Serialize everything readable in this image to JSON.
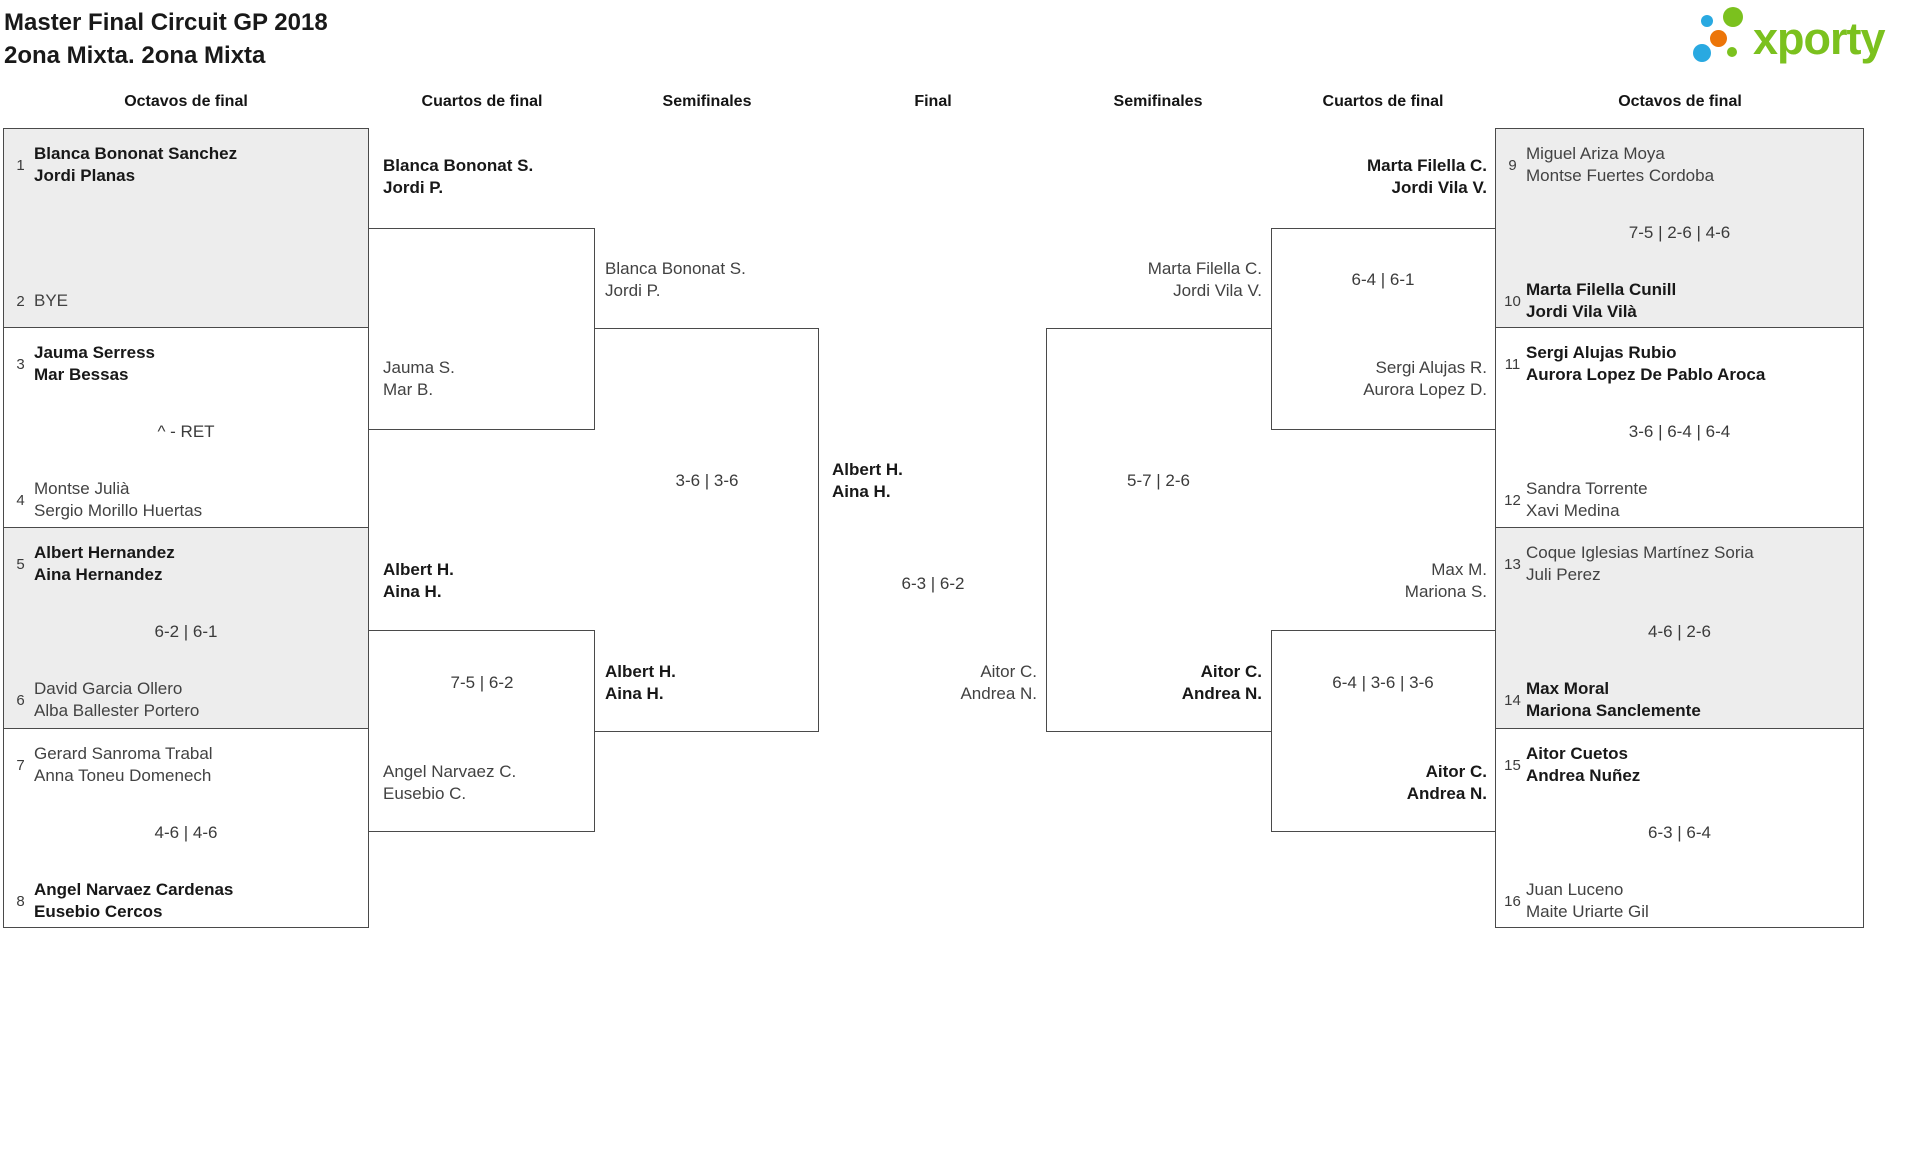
{
  "title": {
    "line1": "Master Final Circuit GP 2018",
    "line2": "2ona Mixta. 2ona Mixta"
  },
  "logo": {
    "text": "xporty"
  },
  "round_headers": [
    "Octavos de final",
    "Cuartos de final",
    "Semifinales",
    "Final",
    "Semifinales",
    "Cuartos de final",
    "Octavos de final"
  ],
  "colors": {
    "logo_green": "#7bc11e",
    "logo_blue": "#29a9e1",
    "logo_orange": "#ec7508",
    "box_fill_gray": "#ededed",
    "box_border": "#4a4a4a",
    "winner_text": "#181818",
    "loser_text": "#424242"
  },
  "octavos_left": [
    {
      "score": "",
      "top": {
        "seed": "1",
        "line1": "Blanca Bononat Sanchez",
        "line2": "Jordi Planas"
      },
      "bottom": {
        "seed": "2",
        "line1": "BYE",
        "line2": ""
      }
    },
    {
      "score": "^ - RET",
      "top": {
        "seed": "3",
        "line1": "Jauma Serress",
        "line2": "Mar Bessas"
      },
      "bottom": {
        "seed": "4",
        "line1": "Montse Julià",
        "line2": "Sergio Morillo Huertas"
      }
    },
    {
      "score": "6-2 | 6-1",
      "top": {
        "seed": "5",
        "line1": "Albert Hernandez",
        "line2": "Aina Hernandez"
      },
      "bottom": {
        "seed": "6",
        "line1": "David Garcia Ollero",
        "line2": "Alba Ballester Portero"
      }
    },
    {
      "score": "4-6 | 4-6",
      "top": {
        "seed": "7",
        "line1": "Gerard Sanroma Trabal",
        "line2": "Anna Toneu Domenech"
      },
      "bottom": {
        "seed": "8",
        "line1": "Angel Narvaez Cardenas",
        "line2": "Eusebio Cercos"
      }
    }
  ],
  "octavos_right": [
    {
      "score": "7-5 | 2-6 | 4-6",
      "top": {
        "seed": "9",
        "line1": "Miguel Ariza Moya",
        "line2": "Montse Fuertes Cordoba"
      },
      "bottom": {
        "seed": "10",
        "line1": "Marta Filella Cunill",
        "line2": "Jordi Vila Vilà"
      }
    },
    {
      "score": "3-6 | 6-4 | 6-4",
      "top": {
        "seed": "11",
        "line1": "Sergi Alujas Rubio",
        "line2": "Aurora Lopez De Pablo Aroca"
      },
      "bottom": {
        "seed": "12",
        "line1": "Sandra Torrente",
        "line2": "Xavi Medina"
      }
    },
    {
      "score": "4-6 | 2-6",
      "top": {
        "seed": "13",
        "line1": "Coque Iglesias Martínez Soria",
        "line2": "Juli Perez"
      },
      "bottom": {
        "seed": "14",
        "line1": "Max Moral",
        "line2": "Mariona Sanclemente"
      }
    },
    {
      "score": "6-3 | 6-4",
      "top": {
        "seed": "15",
        "line1": "Aitor Cuetos",
        "line2": "Andrea Nuñez"
      },
      "bottom": {
        "seed": "16",
        "line1": "Juan Luceno",
        "line2": "Maite Uriarte Gil"
      }
    }
  ],
  "cuartos_left": {
    "scores": [
      "",
      "7-5 | 6-2"
    ],
    "labels": [
      {
        "line1": "Blanca Bononat S.",
        "line2": "Jordi P."
      },
      {
        "line1": "Jauma S.",
        "line2": "Mar B."
      },
      {
        "line1": "Albert H.",
        "line2": "Aina H."
      },
      {
        "line1": "Angel Narvaez C.",
        "line2": "Eusebio C."
      }
    ]
  },
  "cuartos_right": {
    "scores": [
      "6-4 | 6-1",
      "6-4 | 3-6 | 3-6"
    ],
    "labels": [
      {
        "line1": "Marta Filella C.",
        "line2": "Jordi Vila V."
      },
      {
        "line1": "Sergi Alujas R.",
        "line2": "Aurora Lopez D."
      },
      {
        "line1": "Max M.",
        "line2": "Mariona S."
      },
      {
        "line1": "Aitor C.",
        "line2": "Andrea N."
      }
    ]
  },
  "semifinal_left": {
    "score": "3-6 | 3-6",
    "labels": [
      {
        "line1": "Blanca Bononat S.",
        "line2": "Jordi P."
      },
      {
        "line1": "Albert H.",
        "line2": "Aina H."
      }
    ]
  },
  "semifinal_right": {
    "score": "5-7 | 2-6",
    "labels": [
      {
        "line1": "Marta Filella C.",
        "line2": "Jordi Vila V."
      },
      {
        "line1": "Aitor C.",
        "line2": "Andrea N."
      }
    ]
  },
  "final": {
    "score": "6-3 | 6-2",
    "winner": {
      "line1": "Albert H.",
      "line2": "Aina H."
    },
    "runner_up": {
      "line1": "Aitor C.",
      "line2": "Andrea N."
    }
  }
}
